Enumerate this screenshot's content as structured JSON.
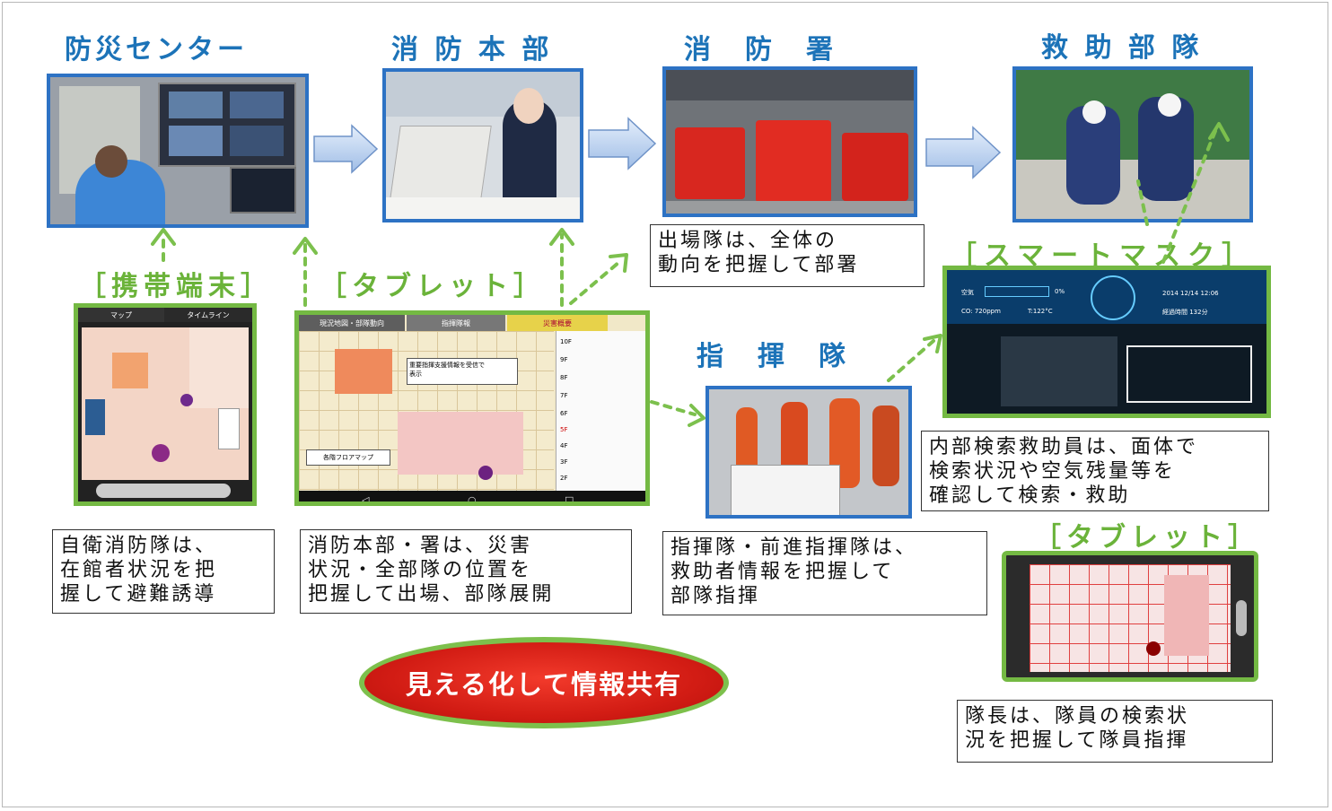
{
  "headings": {
    "bousai_center": "防災センター",
    "honbu": "消 防 本 部",
    "sho": "消　防　署",
    "kyujo": "救 助 部 隊",
    "shiki": "指　揮　隊"
  },
  "labels": {
    "keitai": "［携帯端末］",
    "tablet1": "［タブレット］",
    "smartmask": "［スマートマスク］",
    "tablet2": "［タブレット］"
  },
  "captions": {
    "jiei": [
      "自衛消防隊は、",
      "在館者状況を把",
      "握して避難誘導"
    ],
    "honbu": [
      "消防本部・署は、災害",
      "状況・全部隊の位置を",
      "把握して出場、部隊展開"
    ],
    "shutsujo": [
      "出場隊は、全体の",
      "動向を把握して部署"
    ],
    "shiki": [
      "指揮隊・前進指揮隊は、",
      "救助者情報を把握して",
      "部隊指揮"
    ],
    "naibu": [
      "内部検索救助員は、面体で",
      "検索状況や空気残量等を",
      "確認して検索・救助"
    ],
    "taicho": [
      "隊長は、隊員の検索状",
      "況を把握して隊員指揮"
    ]
  },
  "slogan": "見える化して情報共有",
  "screens": {
    "phone_tabs": [
      "マップ",
      "タイムライン"
    ],
    "tablet_tabs": [
      "現況地図・部隊動向",
      "指揮隊報",
      "災害概要"
    ],
    "tablet_callout": "重要指揮支援情報を受信で\n表示",
    "tablet_floor_btn": "各階フロアマップ",
    "tablet_floors": [
      "10F",
      "9F",
      "8F",
      "7F",
      "6F",
      "5F",
      "4F",
      "3F",
      "2F"
    ],
    "mask_hud": {
      "air_label": "空気",
      "air_pct": "0%",
      "co": "CO: 720ppm",
      "temp": "T:122°C",
      "date": "2014 12/14 12:06",
      "elapsed": "経過時間 132分"
    }
  },
  "colors": {
    "heading_blue": "#1c73b8",
    "photo_border_blue": "#2d72c4",
    "label_green": "#6bb33a",
    "oval_red": "#d21c14"
  }
}
